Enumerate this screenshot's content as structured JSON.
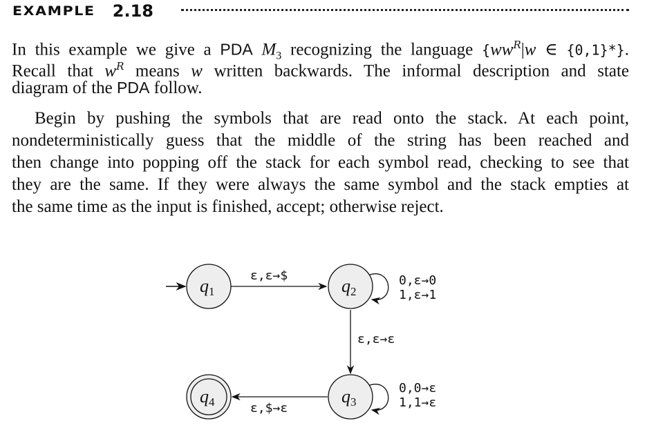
{
  "header": {
    "label": "EXAMPLE",
    "number": "2.18"
  },
  "paragraph1": [
    [
      {
        "t": "In this example we give a "
      },
      {
        "t": "PDA",
        "s": "sf"
      },
      {
        "t": " "
      },
      {
        "t": "M",
        "s": "i"
      },
      {
        "t": "3",
        "s": "sub"
      },
      {
        "t": " recognizing the language "
      },
      {
        "t": "{",
        "s": "mono"
      },
      {
        "t": "ww",
        "s": "i"
      },
      {
        "t": "R",
        "s": "sup"
      },
      {
        "t": "|"
      },
      {
        "t": "w",
        "s": "i"
      },
      {
        "t": " ∈ "
      },
      {
        "t": "{0,1}*}",
        "s": "mono"
      },
      {
        "t": "."
      }
    ],
    [
      {
        "t": "Recall that "
      },
      {
        "t": "w",
        "s": "i"
      },
      {
        "t": "R",
        "s": "sup"
      },
      {
        "t": " means "
      },
      {
        "t": "w",
        "s": "i"
      },
      {
        "t": " written backwards. The informal description and state"
      }
    ],
    [
      {
        "t": "diagram of the "
      },
      {
        "t": "PDA",
        "s": "sf"
      },
      {
        "t": " follow."
      }
    ]
  ],
  "paragraph2": [
    "Begin by pushing the symbols that are read onto the stack. At each point,",
    "nondeterministically guess that the middle of the string has been reached and",
    "then change into popping off the stack for each symbol read, checking to see that",
    "they are the same. If they were always the same symbol and the stack empties at",
    "the same time as the input is finished, accept; otherwise reject."
  ],
  "diagram": {
    "states": [
      {
        "name": "q",
        "sub": "1",
        "accept": false,
        "start": true
      },
      {
        "name": "q",
        "sub": "2",
        "accept": false,
        "start": false
      },
      {
        "name": "q",
        "sub": "3",
        "accept": false,
        "start": false
      },
      {
        "name": "q",
        "sub": "4",
        "accept": true,
        "start": false
      }
    ],
    "transitions": {
      "q1_q2": "ε,ε→$",
      "q2_loop": [
        "0,ε→0",
        "1,ε→1"
      ],
      "q2_q3": "ε,ε→ε",
      "q3_loop": [
        "0,0→ε",
        "1,1→ε"
      ],
      "q3_q4": "ε,$→ε"
    },
    "colors": {
      "state_fill": "#eeeeee",
      "stroke": "#111111"
    }
  }
}
